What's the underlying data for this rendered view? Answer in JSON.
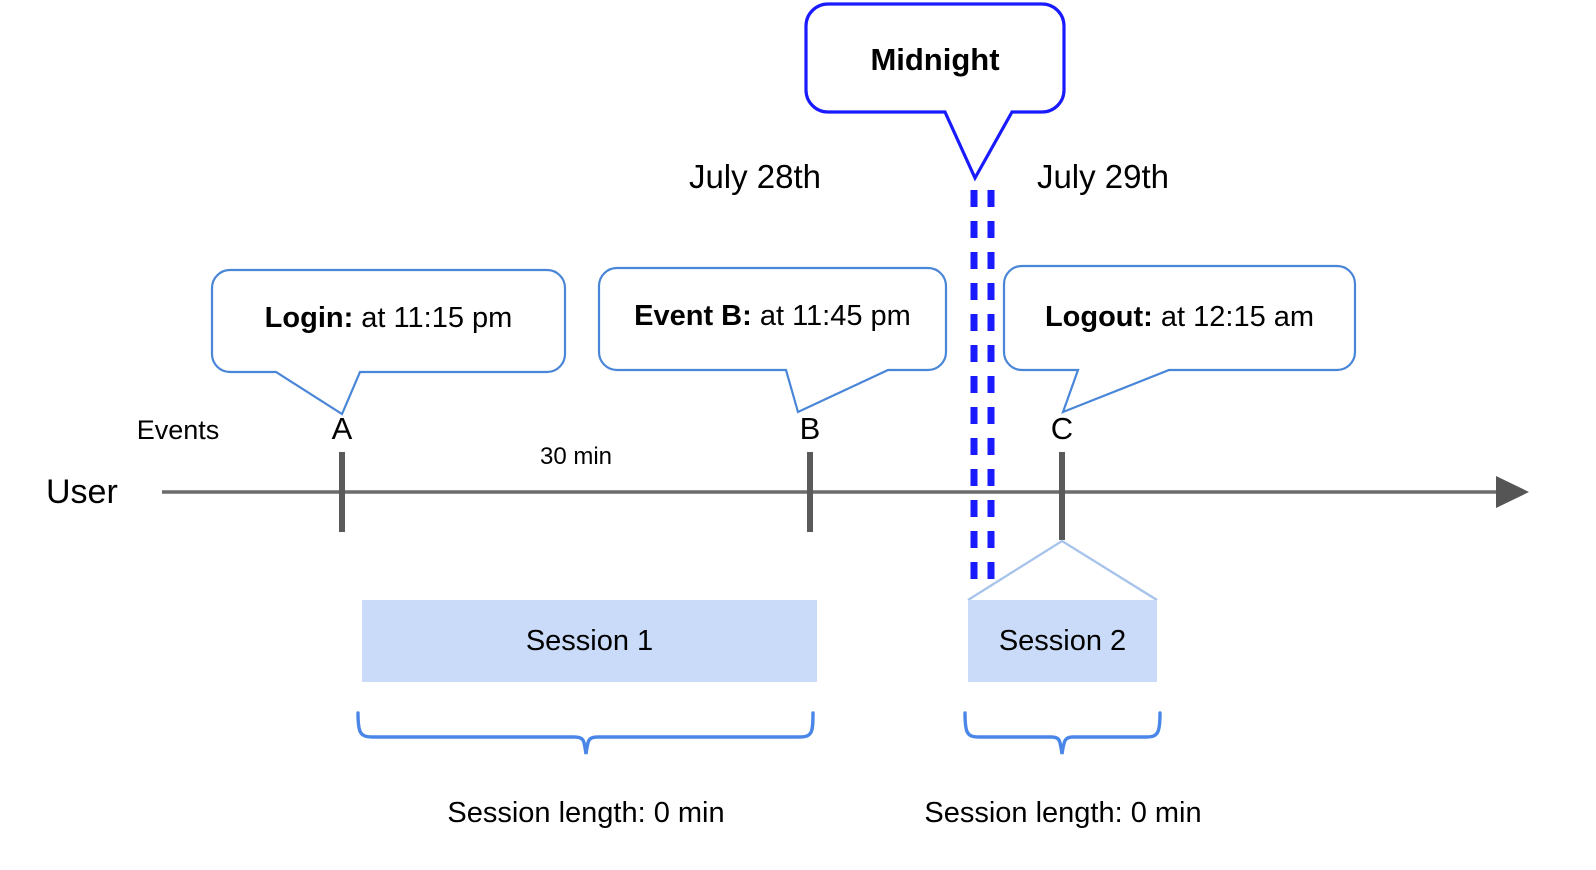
{
  "diagram": {
    "title_callout": {
      "label": "Midnight",
      "border_color": "#1a1aff"
    },
    "dates": [
      {
        "label": "July 28th"
      },
      {
        "label": "July 29th"
      }
    ],
    "event_callouts": [
      {
        "lead": "Login:",
        "detail": " at 11:15 pm"
      },
      {
        "lead": "Event B:",
        "detail": " at 11:45 pm"
      },
      {
        "lead": "Logout:",
        "detail": " at 12:15 am"
      }
    ],
    "axis": {
      "row_label": "Events",
      "lane_label": "User",
      "line_color": "#6b6b6b",
      "tick_color": "#5a5a5a"
    },
    "ticks": [
      {
        "label": "A"
      },
      {
        "label": "B"
      },
      {
        "label": "C"
      }
    ],
    "gap_label": "30 min",
    "sessions": [
      {
        "label": "Session 1",
        "length_label": "Session length: 0 min"
      },
      {
        "label": "Session 2",
        "length_label": "Session length: 0 min"
      }
    ],
    "colors": {
      "callout_border": "#4a86d8",
      "midnight_border": "#1a1aff",
      "session_fill": "#c9dbf8",
      "brace": "#4a86e8",
      "axis": "#6b6b6b"
    }
  }
}
